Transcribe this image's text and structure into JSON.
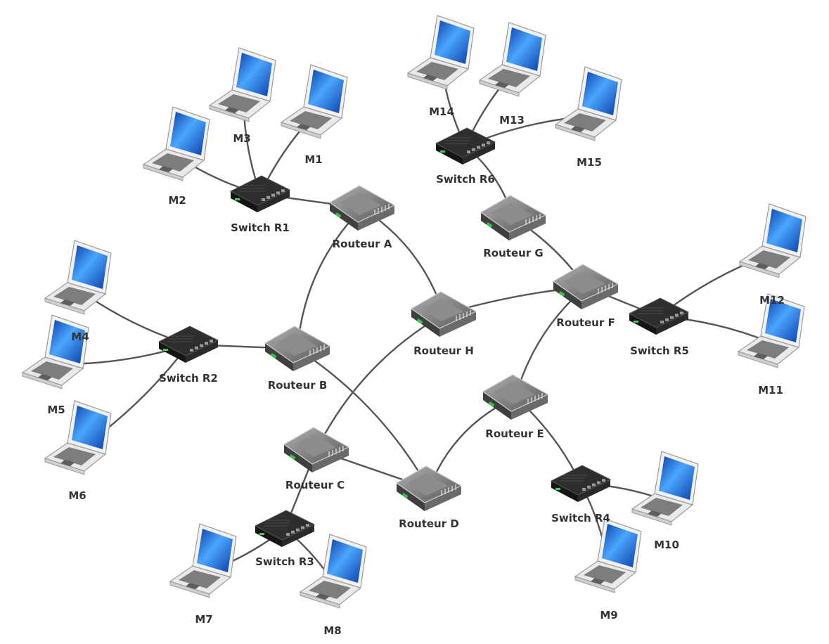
{
  "colors": {
    "link": "#555555",
    "screen_dark": "#0a3da8",
    "screen_light": "#4aa6ff",
    "laptop_body": "#e9e9e9",
    "router_top": "#8c8c8c",
    "switch_top": "#2e2e2e",
    "label": "#333333"
  },
  "laptops": [
    {
      "id": "M1",
      "label": "M1",
      "icon": "laptop-icon"
    },
    {
      "id": "M2",
      "label": "M2",
      "icon": "laptop-icon"
    },
    {
      "id": "M3",
      "label": "M3",
      "icon": "laptop-icon"
    },
    {
      "id": "M4",
      "label": "M4",
      "icon": "laptop-icon"
    },
    {
      "id": "M5",
      "label": "M5",
      "icon": "laptop-icon"
    },
    {
      "id": "M6",
      "label": "M6",
      "icon": "laptop-icon"
    },
    {
      "id": "M7",
      "label": "M7",
      "icon": "laptop-icon"
    },
    {
      "id": "M8",
      "label": "M8",
      "icon": "laptop-icon"
    },
    {
      "id": "M9",
      "label": "M9",
      "icon": "laptop-icon"
    },
    {
      "id": "M10",
      "label": "M10",
      "icon": "laptop-icon"
    },
    {
      "id": "M11",
      "label": "M11",
      "icon": "laptop-icon"
    },
    {
      "id": "M12",
      "label": "M12",
      "icon": "laptop-icon"
    },
    {
      "id": "M13",
      "label": "M13",
      "icon": "laptop-icon"
    },
    {
      "id": "M14",
      "label": "M14",
      "icon": "laptop-icon"
    },
    {
      "id": "M15",
      "label": "M15",
      "icon": "laptop-icon"
    }
  ],
  "switches": [
    {
      "id": "R1",
      "label": "Switch R1",
      "icon": "switch-icon"
    },
    {
      "id": "R2",
      "label": "Switch R2",
      "icon": "switch-icon"
    },
    {
      "id": "R3",
      "label": "Switch R3",
      "icon": "switch-icon"
    },
    {
      "id": "R4",
      "label": "Switch R4",
      "icon": "switch-icon"
    },
    {
      "id": "R5",
      "label": "Switch R5",
      "icon": "switch-icon"
    },
    {
      "id": "R6",
      "label": "Switch R6",
      "icon": "switch-icon"
    }
  ],
  "routers": [
    {
      "id": "A",
      "label": "Routeur A",
      "icon": "router-icon"
    },
    {
      "id": "B",
      "label": "Routeur B",
      "icon": "router-icon"
    },
    {
      "id": "C",
      "label": "Routeur C",
      "icon": "router-icon"
    },
    {
      "id": "D",
      "label": "Routeur D",
      "icon": "router-icon"
    },
    {
      "id": "E",
      "label": "Routeur E",
      "icon": "router-icon"
    },
    {
      "id": "F",
      "label": "Routeur F",
      "icon": "router-icon"
    },
    {
      "id": "G",
      "label": "Routeur G",
      "icon": "router-icon"
    },
    {
      "id": "H",
      "label": "Routeur H",
      "icon": "router-icon"
    }
  ],
  "links": [
    [
      "M1",
      "R1"
    ],
    [
      "M2",
      "R1"
    ],
    [
      "M3",
      "R1"
    ],
    [
      "R1",
      "A"
    ],
    [
      "M4",
      "R2"
    ],
    [
      "M5",
      "R2"
    ],
    [
      "M6",
      "R2"
    ],
    [
      "R2",
      "B"
    ],
    [
      "M7",
      "R3"
    ],
    [
      "M8",
      "R3"
    ],
    [
      "R3",
      "C"
    ],
    [
      "M9",
      "R4"
    ],
    [
      "M10",
      "R4"
    ],
    [
      "R4",
      "E"
    ],
    [
      "M11",
      "R5"
    ],
    [
      "M12",
      "R5"
    ],
    [
      "R5",
      "F"
    ],
    [
      "M13",
      "R6"
    ],
    [
      "M14",
      "R6"
    ],
    [
      "M15",
      "R6"
    ],
    [
      "R6",
      "G"
    ],
    [
      "A",
      "B"
    ],
    [
      "A",
      "H"
    ],
    [
      "B",
      "D"
    ],
    [
      "C",
      "H"
    ],
    [
      "C",
      "D"
    ],
    [
      "D",
      "E"
    ],
    [
      "E",
      "F"
    ],
    [
      "F",
      "G"
    ],
    [
      "F",
      "H"
    ]
  ]
}
